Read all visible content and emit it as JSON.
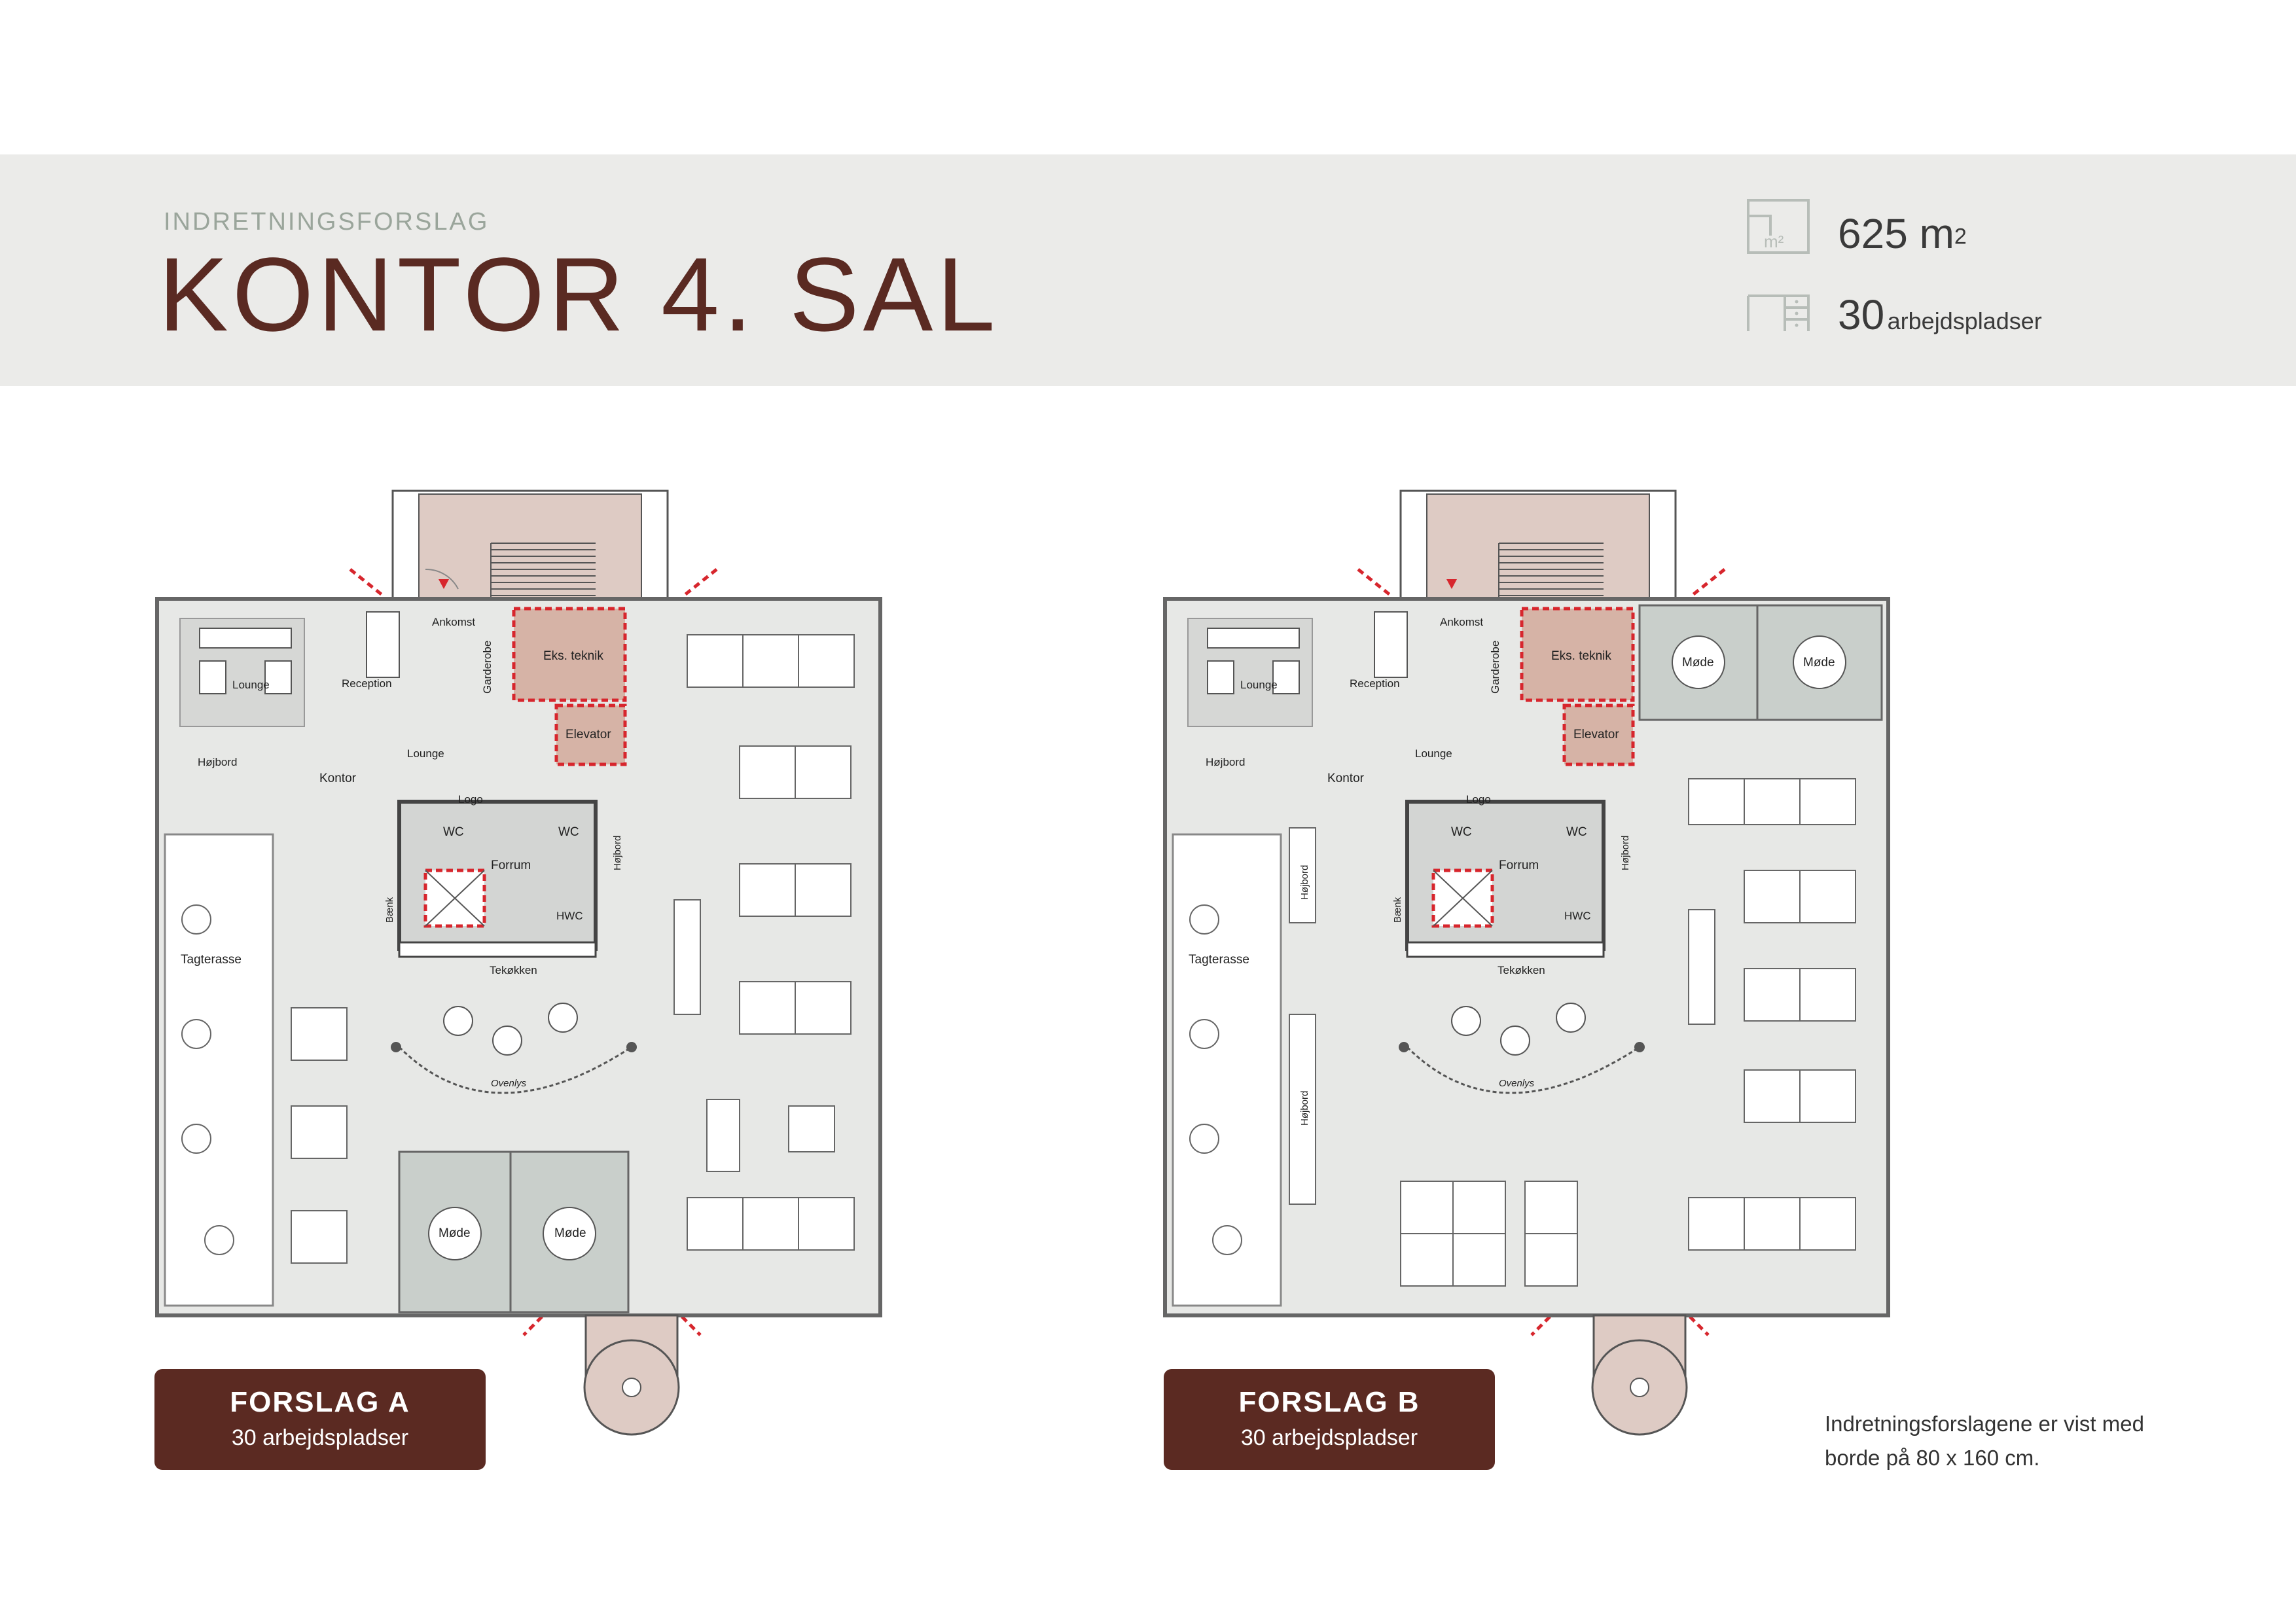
{
  "header": {
    "eyebrow": "INDRETNINGSFORSLAG",
    "title": "KONTOR 4. SAL",
    "area_value": "625 m",
    "area_sup": "2",
    "area_icon_label": "m²",
    "workplaces_value": "30",
    "workplaces_label": "arbejdspladser"
  },
  "colors": {
    "brand": "#5b2a22",
    "band": "#ebebe9",
    "floor": "#e7e8e6",
    "meeting": "#c9cfcb",
    "technical": "#d6b3a6",
    "core": "#d3d5d3",
    "exit_marker": "#d7262d"
  },
  "plan_a": {
    "badge_title": "FORSLAG A",
    "badge_subtitle": "30 arbejdspladser",
    "labels": {
      "lounge": "Lounge",
      "reception": "Reception",
      "ankomst": "Ankomst",
      "garderobe": "Garderobe",
      "eks_teknik": "Eks. teknik",
      "elevator": "Elevator",
      "hojbord": "Højbord",
      "kontor": "Kontor",
      "lounge2": "Lounge",
      "logo": "Logo",
      "wc1": "WC",
      "wc2": "WC",
      "hojbord2": "Højbord",
      "forrum": "Forrum",
      "baenk": "Bænk",
      "hwc": "HWC",
      "tagterasse": "Tagterasse",
      "tekokken": "Tekøkken",
      "ovenlys": "Ovenlys",
      "mode1": "Møde",
      "mode2": "Møde"
    }
  },
  "plan_b": {
    "badge_title": "FORSLAG B",
    "badge_subtitle": "30 arbejdspladser",
    "labels": {
      "lounge": "Lounge",
      "reception": "Reception",
      "ankomst": "Ankomst",
      "garderobe": "Garderobe",
      "eks_teknik": "Eks. teknik",
      "elevator": "Elevator",
      "mode1": "Møde",
      "mode2": "Møde",
      "hojbord": "Højbord",
      "kontor": "Kontor",
      "lounge2": "Lounge",
      "logo": "Logo",
      "wc1": "WC",
      "wc2": "WC",
      "hojbord2": "Højbord",
      "forrum": "Forrum",
      "baenk": "Bænk",
      "hwc": "HWC",
      "tagterasse": "Tagterasse",
      "tekokken": "Tekøkken",
      "ovenlys": "Ovenlys",
      "hojbord3": "Højbord",
      "hojbord4": "Højbord"
    }
  },
  "footnote": "Indretningsforslagene er vist med borde på 80 x 160 cm."
}
